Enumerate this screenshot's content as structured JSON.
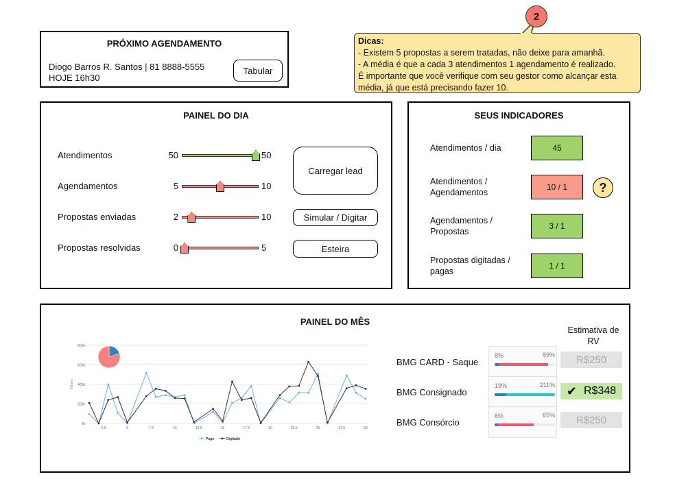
{
  "next": {
    "title": "PRÓXIMO AGENDAMENTO",
    "contact": "Diogo Barros R. Santos | 81 8888-5555",
    "when": "HOJE 16h30",
    "tabular": "Tabular"
  },
  "tips": {
    "badge": "2",
    "heading": "Dicas:",
    "lines": [
      "- Existem 5 propostas a serem tratadas, não deixe para amanhã.",
      "- A média é que a cada 3 atendimentos 1 agendamento é realizado.",
      "É importante que você verifique com seu gestor como alcançar esta",
      "média, já que está precisando fazer 10."
    ]
  },
  "day": {
    "title": "PAINEL DO DIA",
    "rows": [
      {
        "label": "Atendimentos",
        "value": "50",
        "max": "50",
        "fraction": 1.0,
        "color": "#9ed36a"
      },
      {
        "label": "Agendamentos",
        "value": "5",
        "max": "10",
        "fraction": 0.5,
        "color": "#f28b7d"
      },
      {
        "label": "Propostas enviadas",
        "value": "2",
        "max": "10",
        "fraction": 0.1,
        "color": "#f28b7d"
      },
      {
        "label": "Propostas resolvidas",
        "value": "0",
        "max": "5",
        "fraction": 0.0,
        "color": "#f28b7d"
      }
    ],
    "buttons": [
      "Carregar lead",
      "Simular / Digitar",
      "Esteira"
    ]
  },
  "indicators": {
    "title": "SEUS INDICADORES",
    "items": [
      {
        "label": "Atendimentos / dia",
        "value": "45",
        "color": "#9ed36a"
      },
      {
        "label": "Atendimentos / Agendamentos",
        "value": "10 / 1",
        "color": "#f99b8b"
      },
      {
        "label": "Agendamentos / Propostas",
        "value": "3 / 1",
        "color": "#9ed36a"
      },
      {
        "label": "Propostas digitadas / pagas",
        "value": "1 / 1",
        "color": "#9ed36a"
      }
    ],
    "help": "?"
  },
  "month": {
    "title": "PAINEL DO MÊS",
    "rv_header": "Estimativa de RV",
    "products": [
      {
        "name": "BMG CARD - Saque",
        "left": "8%",
        "right": "89%",
        "blue": 0.08,
        "fill": 0.89,
        "fill_color": "#ee5a6c",
        "rv": "R$250",
        "achieved": false
      },
      {
        "name": "BMG Consignado",
        "left": "19%",
        "right": "211%",
        "blue": 0.19,
        "fill": 1.0,
        "fill_color": "#2cc4c4",
        "rv": "R$348",
        "achieved": true,
        "check": "✔"
      },
      {
        "name": "BMG Consórcio",
        "left": "6%",
        "right": "65%",
        "blue": 0.06,
        "fill": 0.65,
        "fill_color": "#ee5a6c",
        "rv": "R$250",
        "achieved": false
      }
    ]
  },
  "chart_data": {
    "type": "line",
    "ylabel": "Values",
    "ylim": [
      0,
      800
    ],
    "xlim": [
      1,
      30
    ],
    "yticks": [
      "0k",
      "200k",
      "400k",
      "600k",
      "800k"
    ],
    "xticks": [
      "2.5",
      "5",
      "7.5",
      "10",
      "12.5",
      "15",
      "17.5",
      "20",
      "22.5",
      "25",
      "27.5",
      "30"
    ],
    "x": [
      1,
      2,
      3,
      4,
      5,
      7,
      8,
      9,
      10,
      11,
      12,
      14,
      15,
      16,
      17,
      18,
      19,
      21,
      22,
      23,
      24,
      25,
      26,
      28,
      29,
      30
    ],
    "series": [
      {
        "name": "Pago",
        "color": "#6aaef0",
        "values": [
          95,
          0,
          400,
          110,
          0,
          520,
          270,
          290,
          270,
          290,
          0,
          120,
          10,
          210,
          260,
          385,
          0,
          260,
          215,
          315,
          315,
          510,
          0,
          490,
          315,
          250
        ]
      },
      {
        "name": "Digitado",
        "color": "#333333",
        "values": [
          210,
          0,
          240,
          270,
          10,
          280,
          355,
          335,
          260,
          255,
          15,
          150,
          25,
          430,
          240,
          260,
          5,
          290,
          380,
          385,
          630,
          485,
          10,
          360,
          390,
          355
        ]
      }
    ],
    "pie": [
      {
        "value": 20,
        "color": "#3a7fc1"
      },
      {
        "value": 80,
        "color": "#f98080"
      }
    ]
  }
}
